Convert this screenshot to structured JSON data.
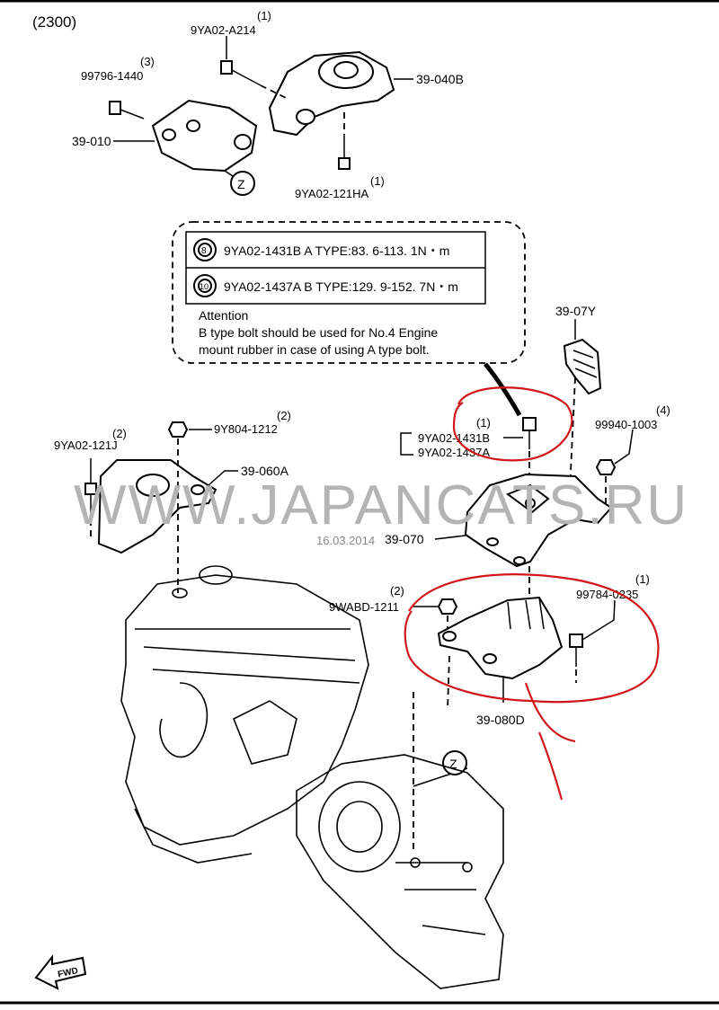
{
  "diagram_code": "(2300)",
  "callouts": {
    "bolt_a214": {
      "qty": "(1)",
      "part": "9YA02-A214"
    },
    "bolt_1440": {
      "qty": "(3)",
      "part": "99796-1440"
    },
    "mount_040b": {
      "part": "39-040B"
    },
    "bracket_010": {
      "part": "39-010"
    },
    "bolt_121ha": {
      "qty": "(1)",
      "part": "9YA02-121HA"
    },
    "bracket_07y": {
      "part": "39-07Y"
    },
    "bolt_121j": {
      "qty": "(2)",
      "part": "9YA02-121J"
    },
    "nut_1212": {
      "qty": "(2)",
      "part": "9Y804-1212"
    },
    "mount_060a": {
      "part": "39-060A"
    },
    "bolt_1431b": {
      "qty": "(1)",
      "part": "9YA02-1431B",
      "alt_part": "9YA02-1437A"
    },
    "nut_1003": {
      "qty": "(4)",
      "part": "99940-1003"
    },
    "mount_070": {
      "part": "39-070"
    },
    "nut_1211": {
      "qty": "(2)",
      "part": "9WABD-1211"
    },
    "bolt_0235": {
      "qty": "(1)",
      "part": "99784-0235"
    },
    "bracket_080d": {
      "part": "39-080D"
    }
  },
  "ref_marker": "Z",
  "torque_note": {
    "rows": [
      {
        "symbol": "8",
        "text": "9YA02-1431B  A TYPE:83. 6-113. 1N・m"
      },
      {
        "symbol": "10",
        "text": "9YA02-1437A  B TYPE:129. 9-152. 7N・m"
      }
    ],
    "attention_title": "Attention",
    "attention_line1": "B type bolt should be used for No.4 Engine",
    "attention_line2": "mount rubber in case of using A type bolt."
  },
  "watermark": "WWW.JAPANCATS.RU",
  "date_stamp": "16.03.2014",
  "fwd_label": "FWD",
  "annotation_color": "#d0161b"
}
